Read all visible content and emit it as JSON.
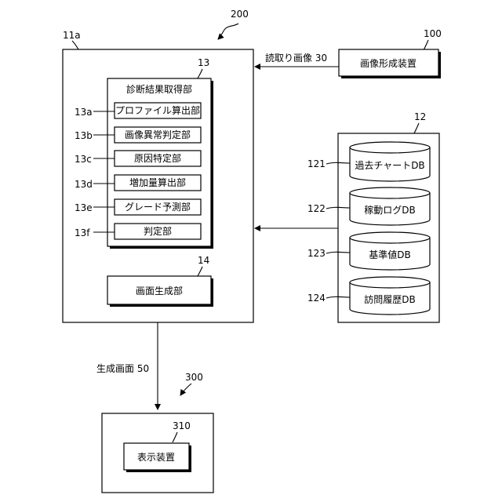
{
  "refs": {
    "system": "200",
    "server": "11a",
    "diag_unit": "13",
    "profile": "13a",
    "abnormal": "13b",
    "cause": "13c",
    "increase": "13d",
    "grade": "13e",
    "judge": "13f",
    "screen_gen": "14",
    "image_forming": "100",
    "storage": "12",
    "db_past": "121",
    "db_log": "122",
    "db_ref": "123",
    "db_visit": "124",
    "terminal": "300",
    "display": "310"
  },
  "labels": {
    "diag_unit": "診断結果取得部",
    "profile": "プロファイル算出部",
    "abnormal": "画像異常判定部",
    "cause": "原因特定部",
    "increase": "増加量算出部",
    "grade": "グレード予測部",
    "judge": "判定部",
    "screen_gen": "画面生成部",
    "image_forming": "画像形成装置",
    "db_past": "過去チャートDB",
    "db_log": "稼動ログDB",
    "db_ref": "基準値DB",
    "db_visit": "訪問履歴DB",
    "display": "表示装置",
    "read_image": "読取り画像 30",
    "gen_screen": "生成画面 50"
  }
}
